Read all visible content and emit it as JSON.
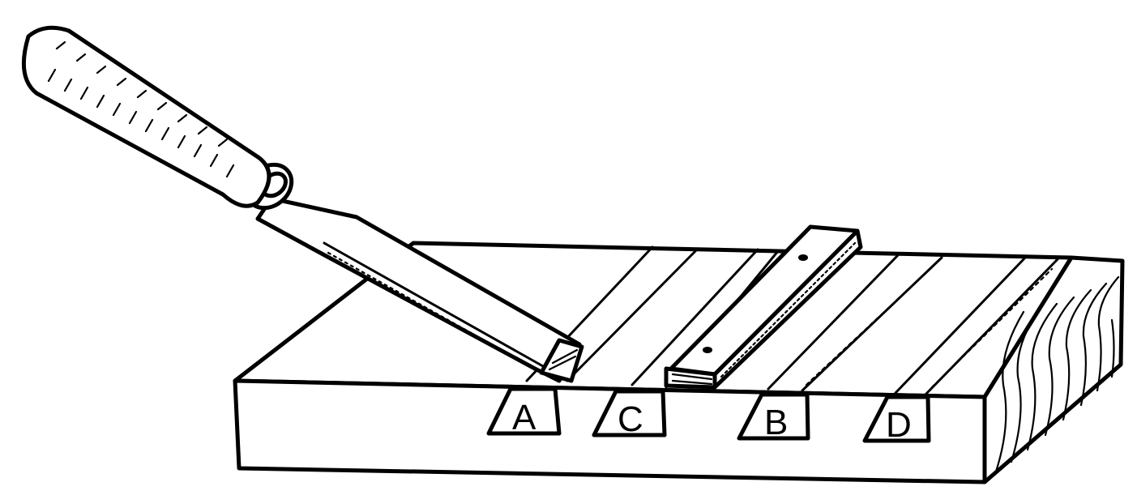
{
  "figure": {
    "ink_color": "#000000",
    "paper_color": "#ffffff",
    "objects": [
      "chisel",
      "board"
    ],
    "labels": [
      {
        "id": "A",
        "text": "A"
      },
      {
        "id": "C",
        "text": "C"
      },
      {
        "id": "B",
        "text": "B"
      },
      {
        "id": "D",
        "text": "D"
      }
    ]
  }
}
